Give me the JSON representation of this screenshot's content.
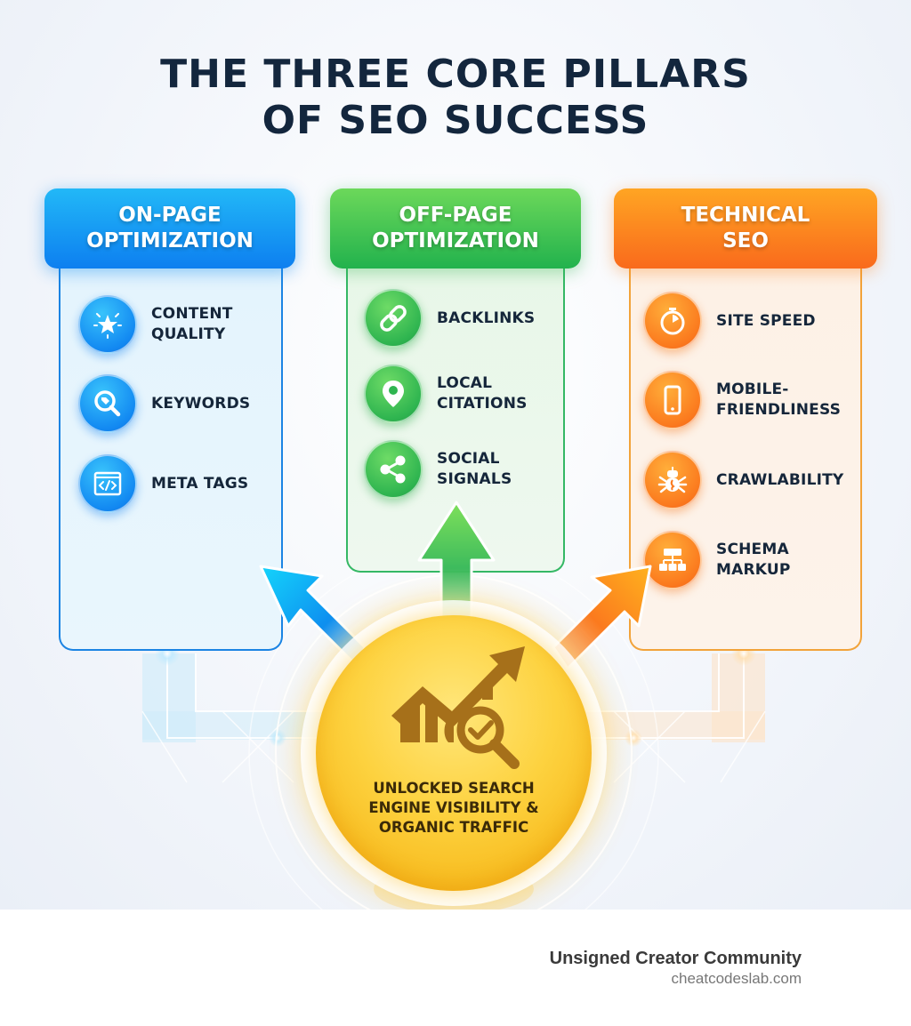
{
  "title": {
    "line1": "THE THREE CORE PILLARS",
    "line2": "OF SEO SUCCESS"
  },
  "colors": {
    "title": "#13263d",
    "on_page": "#138af2",
    "off_page": "#2fb550",
    "technical": "#fb7a1e",
    "center": "#fdd23f"
  },
  "pillars": [
    {
      "id": "on-page",
      "title_line1": "ON-PAGE",
      "title_line2": "OPTIMIZATION",
      "items": [
        {
          "icon": "star-icon",
          "line1": "CONTENT",
          "line2": "QUALITY"
        },
        {
          "icon": "keyword-search-icon",
          "line1": "KEYWORDS",
          "line2": ""
        },
        {
          "icon": "code-window-icon",
          "line1": "META TAGS",
          "line2": ""
        }
      ]
    },
    {
      "id": "off-page",
      "title_line1": "OFF-PAGE",
      "title_line2": "OPTIMIZATION",
      "items": [
        {
          "icon": "link-icon",
          "line1": "BACKLINKS",
          "line2": ""
        },
        {
          "icon": "location-pin-icon",
          "line1": "LOCAL",
          "line2": "CITATIONS"
        },
        {
          "icon": "share-icon",
          "line1": "SOCIAL",
          "line2": "SIGNALS"
        }
      ]
    },
    {
      "id": "technical",
      "title_line1": "TECHNICAL",
      "title_line2": "SEO",
      "items": [
        {
          "icon": "stopwatch-icon",
          "line1": "SITE SPEED",
          "line2": ""
        },
        {
          "icon": "smartphone-icon",
          "line1": "MOBILE-",
          "line2": "FRIENDLINESS"
        },
        {
          "icon": "crawler-bug-icon",
          "line1": "CRAWLABILITY",
          "line2": ""
        },
        {
          "icon": "sitemap-icon",
          "line1": "SCHEMA",
          "line2": "MARKUP"
        }
      ]
    }
  ],
  "center": {
    "icon": "growth-chart-search-icon",
    "line1": "UNLOCKED SEARCH",
    "line2": "ENGINE VISIBILITY &",
    "line3": "ORGANIC TRAFFIC"
  },
  "footer": {
    "brand": "Unsigned Creator Community",
    "site": "cheatcodeslab.com"
  }
}
